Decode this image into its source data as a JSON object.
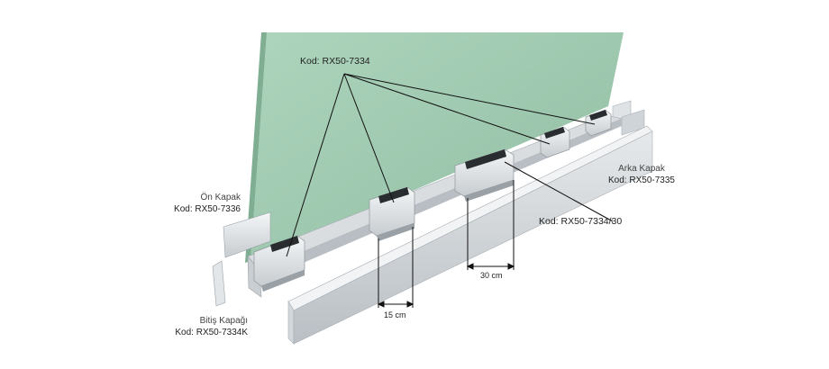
{
  "labels": {
    "top_code": "Kod: RX50-7334",
    "on_kapak_title": "Ön Kapak",
    "on_kapak_code": "Kod: RX50-7336",
    "arka_kapak_title": "Arka Kapak",
    "arka_kapak_code": "Kod: RX50-7335",
    "clamp_code": "Kod: RX50-7334/30",
    "bitis_title": "Bitiş Kapağı",
    "bitis_code": "Kod: RX50-7334K"
  },
  "dimensions": {
    "spacing_30": "30 cm",
    "spacing_15": "15 cm"
  },
  "colors": {
    "glass": "#9bc8ad",
    "glass_edge": "#7fae93",
    "aluminum_light": "#eceff1",
    "aluminum_mid": "#c9ced2",
    "aluminum_dark": "#9aa1a6",
    "rubber": "#2a2d2f",
    "leader_line": "#111111"
  }
}
